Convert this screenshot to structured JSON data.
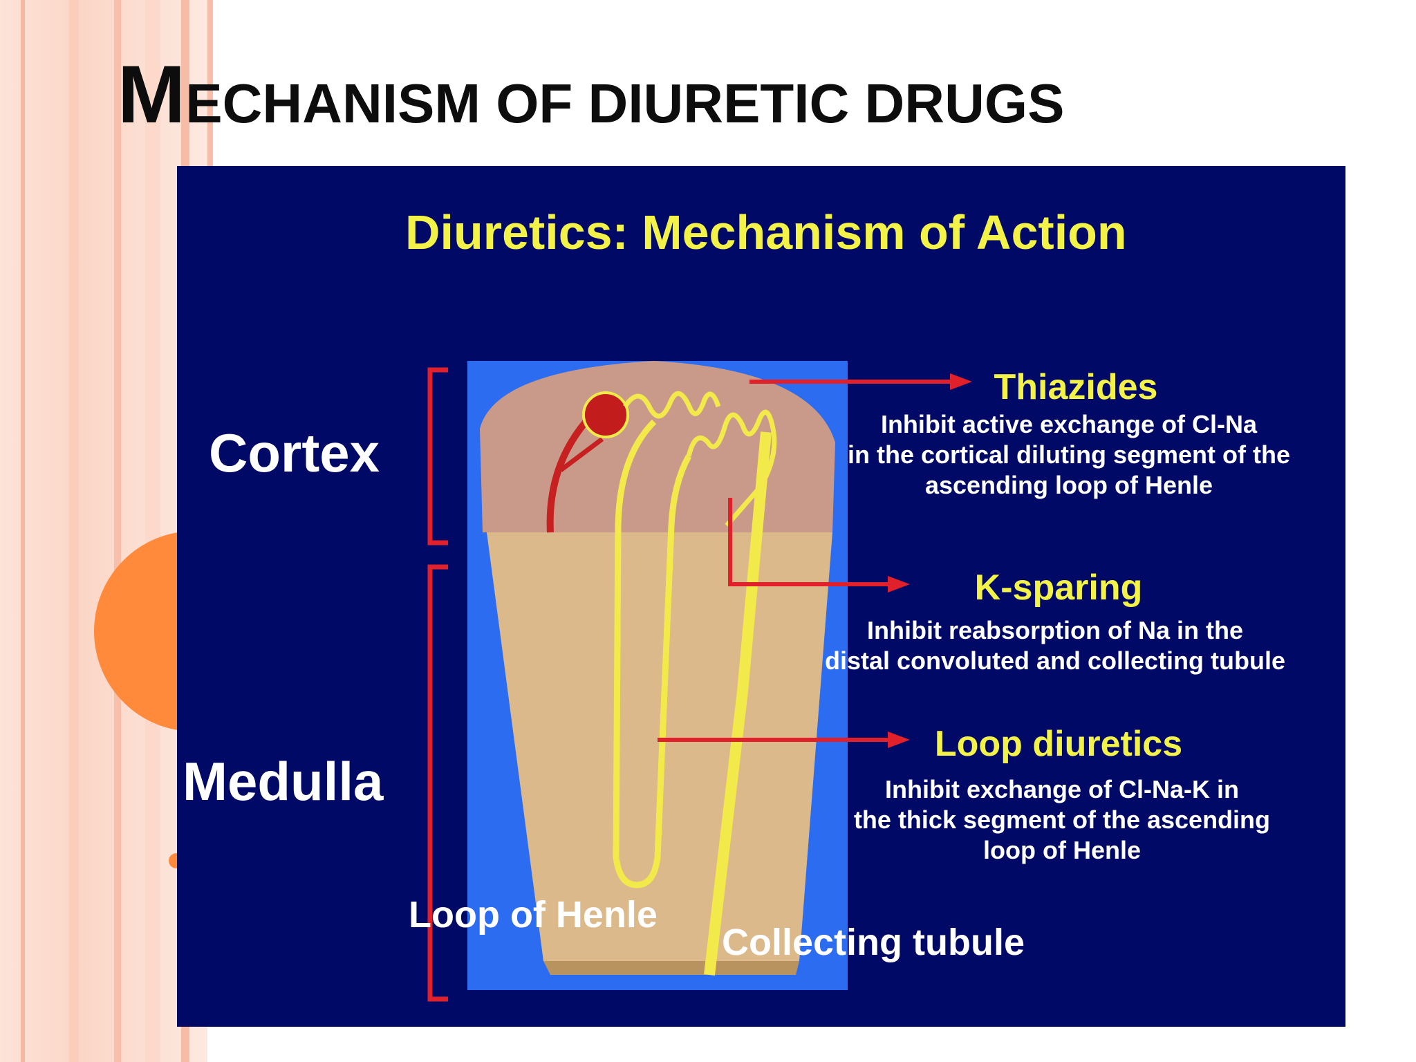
{
  "slide": {
    "title_first_letter": "M",
    "title_rest": "ECHANISM OF DIURETIC DRUGS"
  },
  "diagram": {
    "heading": "Diuretics: Mechanism of Action",
    "regions": {
      "cortex": "Cortex",
      "medulla": "Medulla"
    },
    "structures": {
      "loop_of_henle": "Loop of Henle",
      "collecting_tubule": "Collecting tubule"
    },
    "drugs": [
      {
        "name": "Thiazides",
        "description": "Inhibit active exchange of Cl-Na\nin the cortical diluting segment of the\nascending loop of Henle"
      },
      {
        "name": "K-sparing",
        "description": "Inhibit reabsorption of Na in the\ndistal convoluted and collecting tubule"
      },
      {
        "name": "Loop diuretics",
        "description": "Inhibit exchange of Cl-Na-K in\nthe thick segment of the ascending\nloop of Henle"
      }
    ]
  },
  "colors": {
    "panel_background": "#000a66",
    "heading_text": "#f3f248",
    "arrow_and_brackets": "#e0202a",
    "tubule": "#f2ea4a",
    "cortex_tissue": "#c99a8a",
    "medulla_tissue": "#dcb98a",
    "kidney_backdrop": "#2c6cf0",
    "decor_circle": "#ff8a3c"
  }
}
